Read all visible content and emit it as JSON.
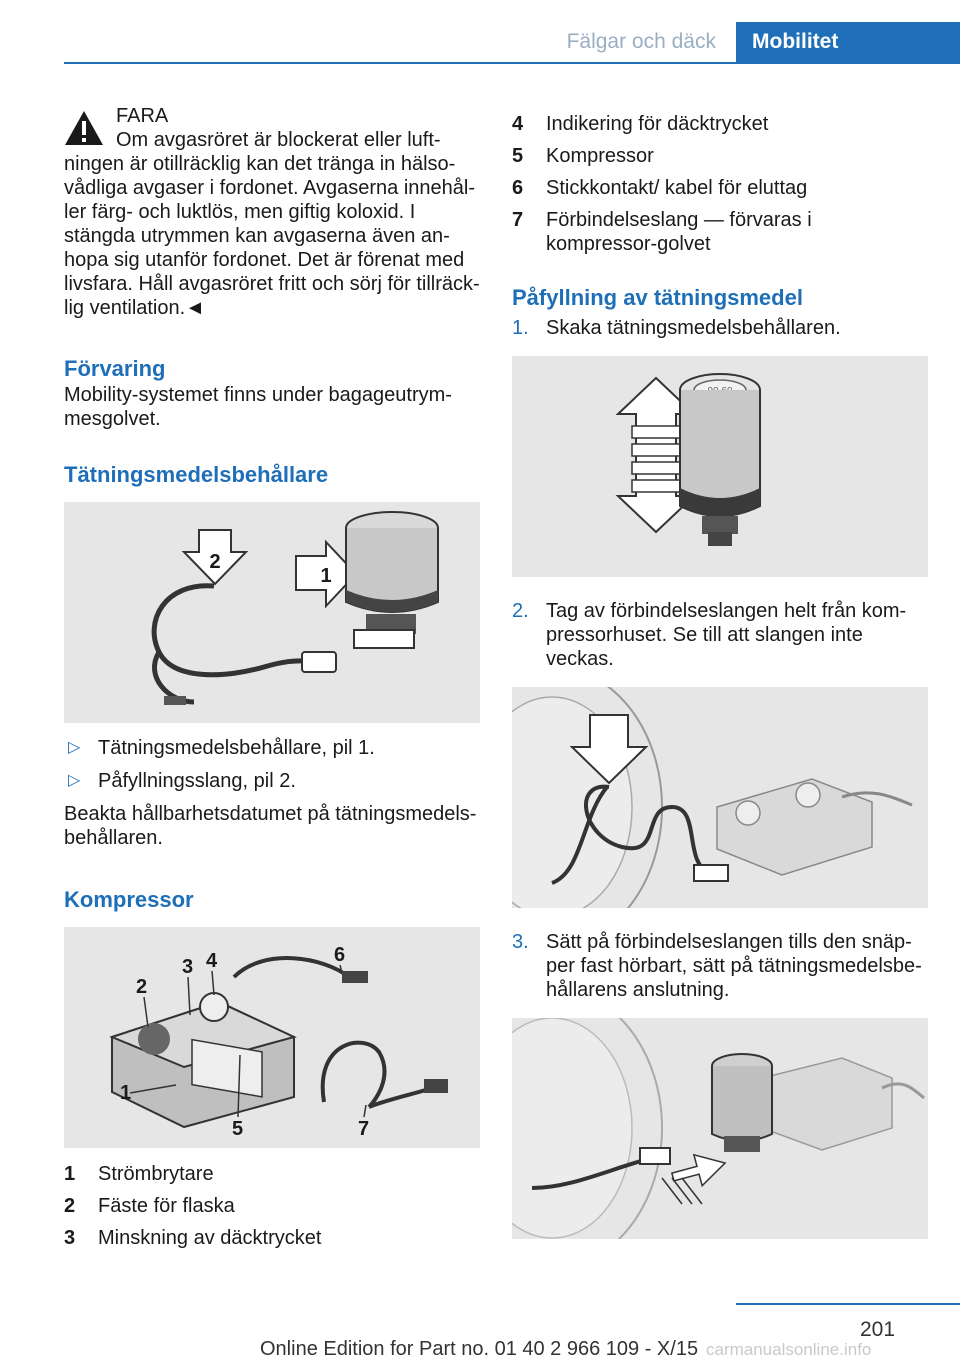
{
  "header": {
    "tab_inactive": "Fälgar och däck",
    "tab_active": "Mobilitet"
  },
  "warning": {
    "title": "FARA",
    "line1": "Om avgasröret är blockerat eller luft-",
    "rest": "ningen är otillräcklig kan det tränga in hälso-vådliga avgaser i fordonet. Avgaserna innehål-ler färg- och luktlös, men giftig koloxid. I stängda utrymmen kan avgaserna även an-hopa sig utanför fordonet. Det är förenat med livsfara. Håll avgasröret fritt och sörj för tillräck-lig ventilation.◄"
  },
  "storage": {
    "heading": "Förvaring",
    "text": "Mobility-systemet finns under bagageutrym-mesgolvet."
  },
  "container": {
    "heading": "Tätningsmedelsbehållare",
    "figure_labels": [
      "2",
      "1"
    ],
    "bullets": [
      "Tätningsmedelsbehållare, pil 1.",
      "Påfyllningsslang, pil 2."
    ],
    "note": "Beakta hållbarhetsdatumet på tätningsmedels-behållaren."
  },
  "compressor": {
    "heading": "Kompressor",
    "figure_labels": [
      "1",
      "2",
      "3",
      "4",
      "5",
      "6",
      "7"
    ],
    "items_left": [
      {
        "num": "1",
        "text": "Strömbrytare"
      },
      {
        "num": "2",
        "text": "Fäste för flaska"
      },
      {
        "num": "3",
        "text": "Minskning av däcktrycket"
      }
    ],
    "items_right": [
      {
        "num": "4",
        "text": "Indikering för däcktrycket"
      },
      {
        "num": "5",
        "text": "Kompressor"
      },
      {
        "num": "6",
        "text": "Stickkontakt/ kabel för eluttag"
      },
      {
        "num": "7",
        "text": "Förbindelseslang — förvaras i kompressor-golvet"
      }
    ]
  },
  "filling": {
    "heading": "Påfyllning av tätningsmedel",
    "steps": [
      {
        "num": "1.",
        "text": "Skaka tätningsmedelsbehållaren."
      },
      {
        "num": "2.",
        "text": "Tag av förbindelseslangen helt från kom-pressorhuset. Se till att slangen inte veckas."
      },
      {
        "num": "3.",
        "text": "Sätt på förbindelseslangen tills den snäp-per fast hörbart, sätt på tätningsmedelsbe-hållarens anslutning."
      }
    ],
    "bottle_label": "90 60"
  },
  "footer": {
    "page_number": "201",
    "edition": "Online Edition for Part no. 01 40 2 966 109 - X/15",
    "watermark": "carmanualsonline.info"
  },
  "colors": {
    "accent": "#1f6fb8",
    "inactive_tab": "#9aaec4",
    "figure_bg": "#e6e6e6"
  }
}
